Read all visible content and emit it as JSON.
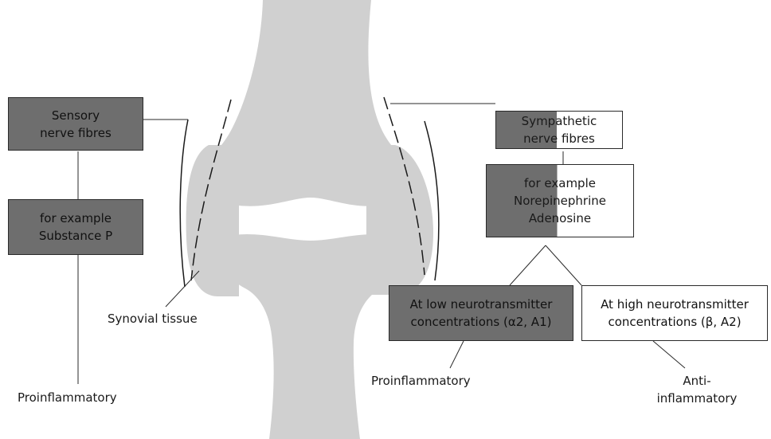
{
  "sensory": {
    "box_line1": "Sensory",
    "box_line2": "nerve fibres",
    "example_line1": "for example",
    "example_line2": "Substance P",
    "effect": "Proinflammatory"
  },
  "sympathetic": {
    "box_line1": "Sympathetic",
    "box_line2": "nerve fibres",
    "example_line1": "for example",
    "example_line2": "Norepinephrine",
    "example_line3": "Adenosine",
    "low": {
      "line1": "At low neurotransmitter",
      "line2": "concentrations (α2, A1)",
      "effect": "Proinflammatory"
    },
    "high": {
      "line1": "At high neurotransmitter",
      "line2": "concentrations (β, A2)",
      "effect_line1": "Anti-",
      "effect_line2": "inflammatory"
    }
  },
  "synovial_label": "Synovial tissue",
  "colors": {
    "bone": "#d0d0d0",
    "box_dark": "#6e6e6e",
    "line": "#2a2a2a"
  }
}
